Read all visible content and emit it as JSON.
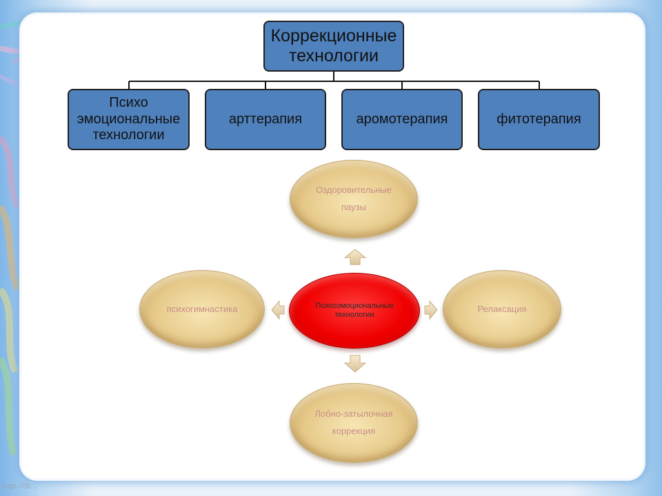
{
  "diagram": {
    "root": {
      "label": "Коррекционные\nтехнологии"
    },
    "children": [
      {
        "id": "psycho",
        "label": "Психо\nэмоциональные\nтехнологии"
      },
      {
        "id": "art",
        "label": "арттерапия"
      },
      {
        "id": "aroma",
        "label": "аромотерапия"
      },
      {
        "id": "phyto",
        "label": "фитотерапия"
      }
    ],
    "cycle": {
      "center": "Психоэмоциональные\nтехнологии",
      "top": "Оздоровительные\nпаузы",
      "right": "Релаксация",
      "bottom": "Лобно-затылочная\nкоррекция",
      "left": "психогимнастика"
    }
  },
  "footer": {
    "watermark": "http://lb..."
  },
  "colors": {
    "box_fill": "#4f81bd",
    "center_fill": "#f00000",
    "ellipse_fill": "#e6c98a",
    "ellipse_text": "#c98d88"
  }
}
